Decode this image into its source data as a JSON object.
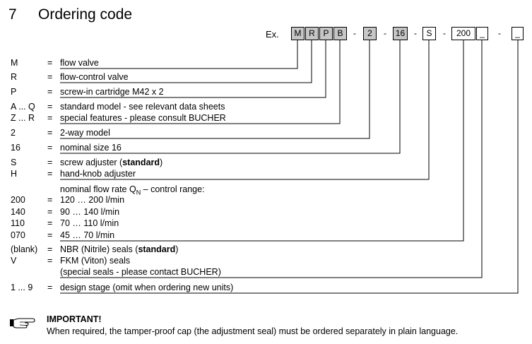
{
  "section": {
    "number": "7",
    "title": "Ordering code"
  },
  "example": {
    "label": "Ex.",
    "boxes": [
      "M",
      "R",
      "P",
      "B",
      "2",
      "16",
      "S",
      "200",
      "_",
      "_"
    ],
    "dashes": [
      "-",
      "-",
      "-",
      "-",
      "-",
      "-"
    ]
  },
  "rows": [
    {
      "code": "M",
      "eq": "=",
      "desc": "flow valve"
    },
    {
      "code": "R",
      "eq": "=",
      "desc": "flow-control valve"
    },
    {
      "code": "P",
      "eq": "=",
      "desc": "screw-in cartridge M42 x 2"
    },
    {
      "code": "A ... Q",
      "eq": "=",
      "desc": "standard model - see relevant data sheets"
    },
    {
      "code": "Z ... R",
      "eq": "=",
      "desc": "special features - please consult BUCHER"
    },
    {
      "code": "2",
      "eq": "=",
      "desc": "2-way model"
    },
    {
      "code": "16",
      "eq": "=",
      "desc": "nominal size 16"
    },
    {
      "code": "S",
      "eq": "=",
      "desc_a": "screw adjuster (",
      "desc_b": "standard",
      "desc_c": ")"
    },
    {
      "code": "H",
      "eq": "=",
      "desc": "hand-knob adjuster"
    },
    {
      "code": "",
      "eq": "",
      "desc_a": "nominal flow rate Q",
      "desc_sub": "N",
      "desc_c": " – control range:"
    },
    {
      "code": "200",
      "eq": "=",
      "desc": "120 … 200 l/min"
    },
    {
      "code": "140",
      "eq": "=",
      "desc": "90 … 140 l/min"
    },
    {
      "code": "110",
      "eq": "=",
      "desc": "70 … 110 l/min"
    },
    {
      "code": "070",
      "eq": "=",
      "desc": "45 … 70 l/min"
    },
    {
      "code": "(blank)",
      "eq": "=",
      "desc_a": "NBR (Nitrile) seals  (",
      "desc_b": "standard",
      "desc_c": ")"
    },
    {
      "code": "V",
      "eq": "=",
      "desc": "FKM (Viton) seals"
    },
    {
      "code": "",
      "eq": "",
      "desc": "(special seals - please contact BUCHER)"
    },
    {
      "code": "1 ... 9",
      "eq": "=",
      "desc": "design stage (omit when ordering new units)"
    }
  ],
  "important": {
    "title": "IMPORTANT!",
    "text": "When required, the tamper-proof cap (the adjustment seal) must be ordered separately in plain language.",
    "icon": "pointing-hand-icon"
  }
}
